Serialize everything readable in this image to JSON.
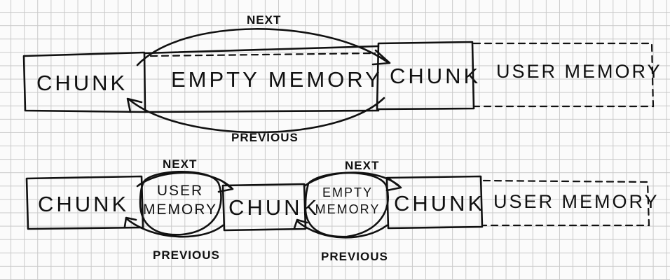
{
  "top_row": {
    "chunk_left": "CHUNK",
    "empty_memory": "EMPTY MEMORY",
    "chunk_right": "CHUNK",
    "user_memory": "USER MEMORY",
    "next_label": "NEXT",
    "previous_label": "PREVIOUS"
  },
  "bottom_row": {
    "chunk_1": "CHUNK",
    "user_memory_line1": "USER",
    "user_memory_line2": "MEMORY",
    "chunk_2": "CHUNK",
    "empty_memory_line1": "EMPTY",
    "empty_memory_line2": "MEMORY",
    "chunk_3": "CHUNK",
    "user_memory_tail": "USER MEMORY",
    "next_label_1": "NEXT",
    "next_label_2": "NEXT",
    "previous_label_1": "PREVIOUS",
    "previous_label_2": "PREVIOUS"
  }
}
